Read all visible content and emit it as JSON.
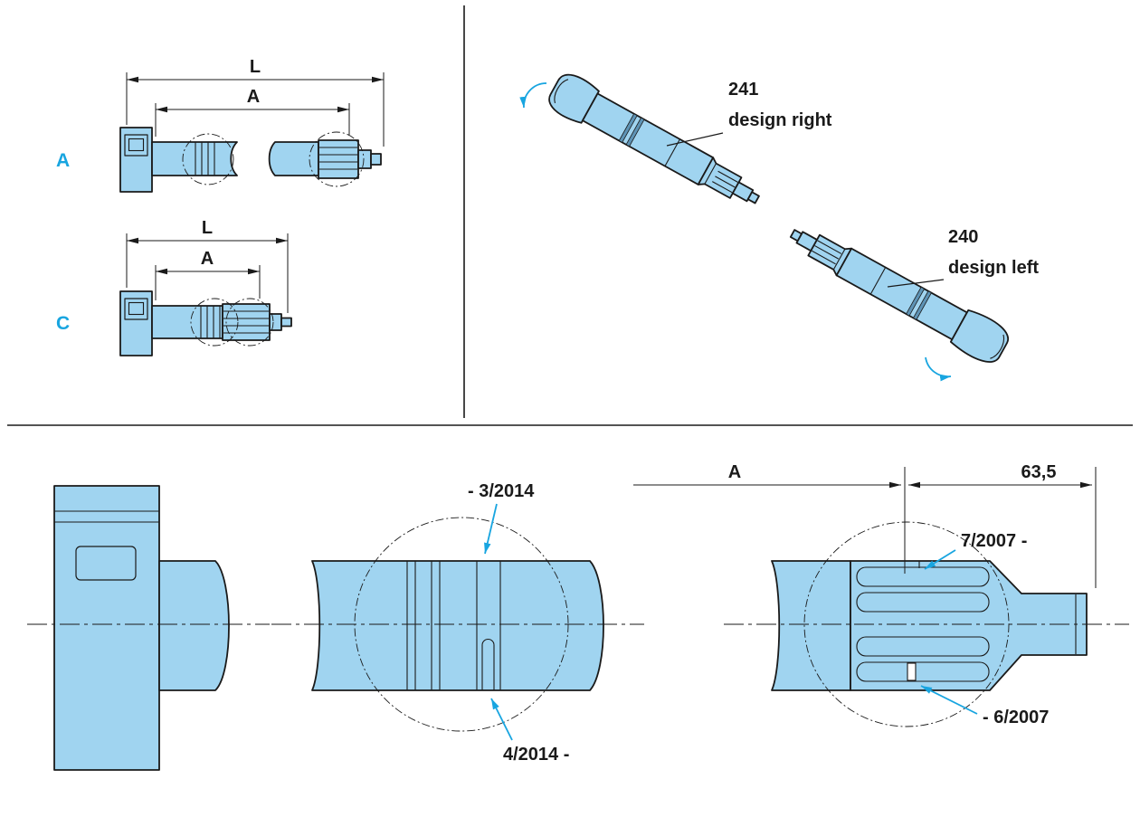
{
  "colors": {
    "part_fill": "#a0d4f0",
    "outline": "#1a1a1a",
    "accent": "#18a5e0"
  },
  "top_left": {
    "view_a": {
      "label": "A",
      "dim_l": "L",
      "dim_a": "A"
    },
    "view_c": {
      "label": "C",
      "dim_l": "L",
      "dim_a": "A"
    }
  },
  "top_right": {
    "shaft_right": {
      "number": "241",
      "label": "design right"
    },
    "shaft_left": {
      "number": "240",
      "label": "design left"
    }
  },
  "bottom": {
    "dim_a": "A",
    "dim_spline_length": "63,5",
    "note_groove_top": "- 3/2014",
    "note_slot_bottom": "4/2014 -",
    "note_spline_top": "7/2007 -",
    "note_spline_bottom": "- 6/2007"
  }
}
